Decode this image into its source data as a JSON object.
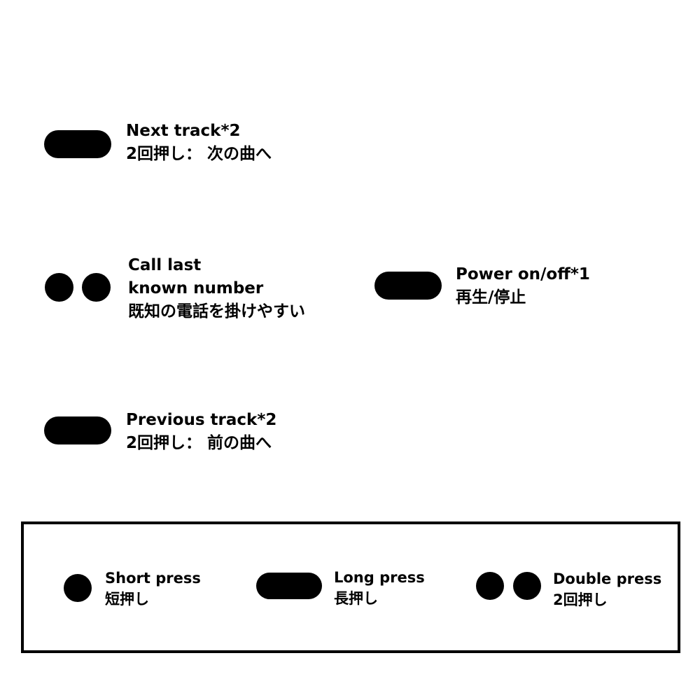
{
  "controls": {
    "next_track": {
      "en": "Next track*2",
      "jp": "2回押し： 次の曲へ"
    },
    "call_last": {
      "en_line1": "Call last",
      "en_line2": "known number",
      "jp": "既知の電話を掛けやすい"
    },
    "power": {
      "en": "Power on/off*1",
      "jp": "再生/停止"
    },
    "previous_track": {
      "en": "Previous track*2",
      "jp": "2回押し： 前の曲へ"
    }
  },
  "legend": {
    "short_press": {
      "en": "Short press",
      "jp": "短押し"
    },
    "long_press": {
      "en": "Long press",
      "jp": "長押し"
    },
    "double_press": {
      "en": "Double press",
      "jp": "2回押し"
    }
  }
}
